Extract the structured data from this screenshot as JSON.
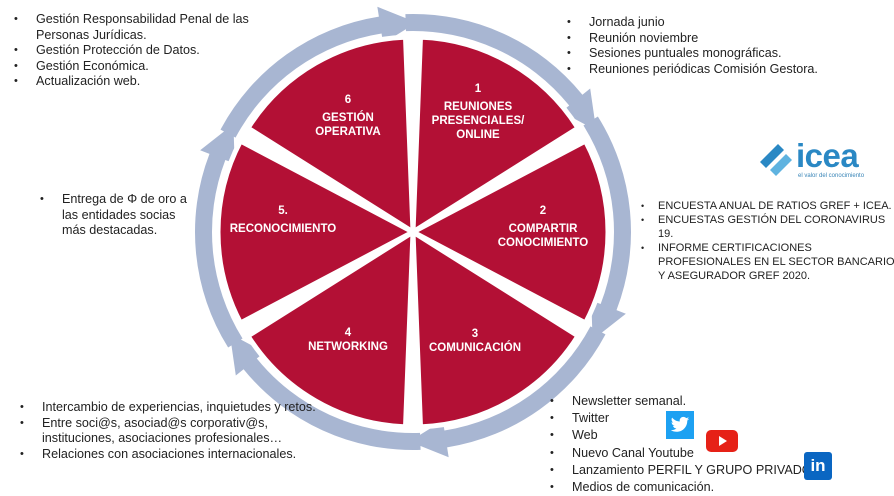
{
  "colors": {
    "segment_fill": "#b31035",
    "arrow_ring": "#a8b6d2",
    "text": "#222222",
    "icea_blue": "#2a88c4",
    "twitter": "#1da1f2",
    "youtube": "#e62117",
    "linkedin": "#0a66c2"
  },
  "segments": [
    {
      "number": "1",
      "lines": [
        "REUNIONES",
        "PRESENCIALES/",
        "ONLINE"
      ]
    },
    {
      "number": "2",
      "lines": [
        "COMPARTIR",
        "CONOCIMIENTO"
      ]
    },
    {
      "number": "3",
      "lines": [
        "COMUNICACIÓN"
      ]
    },
    {
      "number": "4",
      "lines": [
        "NETWORKING"
      ]
    },
    {
      "number": "5.",
      "lines": [
        "RECONOCIMIENTO"
      ]
    },
    {
      "number": "6",
      "lines": [
        "GESTIÓN",
        "OPERATIVA"
      ]
    }
  ],
  "notes": {
    "top_left": [
      "Gestión Responsabilidad Penal de las Personas Jurídicas.",
      "Gestión Protección de Datos.",
      "Gestión Económica.",
      "Actualización web."
    ],
    "top_right": [
      "Jornada junio",
      "Reunión noviembre",
      "Sesiones puntuales monográficas.",
      "Reuniones periódicas Comisión Gestora."
    ],
    "middle_left": [
      "Entrega de Φ de oro a las entidades socias más destacadas."
    ],
    "middle_right": [
      "ENCUESTA ANUAL DE RATIOS GREF + ICEA.",
      "ENCUESTAS GESTIÓN DEL CORONAVIRUS 19.",
      "INFORME CERTIFICACIONES PROFESIONALES EN EL SECTOR BANCARIO Y ASEGURADOR GREF 2020."
    ],
    "bottom_left": [
      "Intercambio de experiencias, inquietudes y retos.",
      "Entre soci@s, asociad@s corporativ@s, instituciones, asociaciones profesionales…",
      "Relaciones con asociaciones internacionales."
    ],
    "bottom_right": [
      "Newsletter semanal.",
      "Twitter",
      "Web",
      "Nuevo Canal Youtube",
      "Lanzamiento PERFIL Y GRUPO PRIVADO",
      "Medios de comunicación."
    ]
  },
  "logo": {
    "word": "icea",
    "tagline": "el valor del conocimiento",
    "icon": "icea-logo-mark"
  },
  "social_icons": {
    "twitter": "twitter-icon",
    "youtube": "youtube-icon",
    "linkedin": "linkedin-icon",
    "linkedin_text": "in"
  }
}
